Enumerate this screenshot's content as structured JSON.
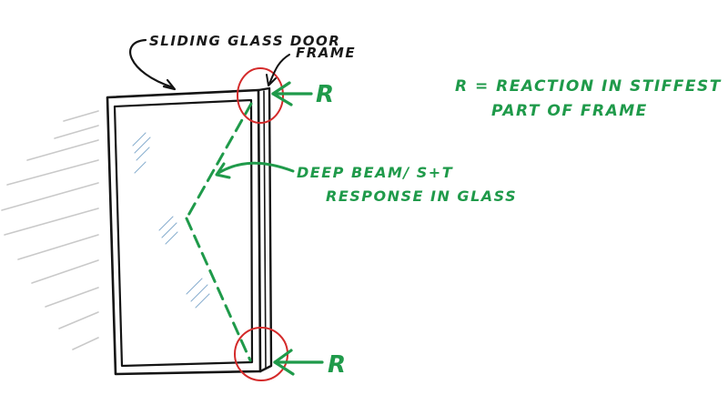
{
  "labels": {
    "door": "SLIDING GLASS DOOR",
    "frame": "FRAME",
    "reaction_top": "R",
    "reaction_bottom": "R",
    "legend_line1": "R = REACTION IN STIFFEST",
    "legend_line2": "PART OF FRAME",
    "response_line1": "DEEP BEAM/ S+T",
    "response_line2": "RESPONSE IN GLASS"
  },
  "colors": {
    "ink": "#141414",
    "green": "#1f9a4a",
    "red": "#d42a2a",
    "wind": "#c9c9c9",
    "glare": "#8ab0cf"
  }
}
